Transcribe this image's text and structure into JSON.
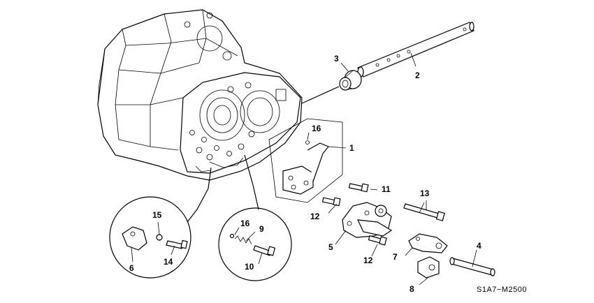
{
  "diagram": {
    "callouts": {
      "p1": "1",
      "p2": "2",
      "p3": "3",
      "p4": "4",
      "p5": "5",
      "p6": "6",
      "p7": "7",
      "p8": "8",
      "p9": "9",
      "p10": "10",
      "p11": "11",
      "p12a": "12",
      "p12b": "12",
      "p13": "13",
      "p14": "14",
      "p15": "15",
      "p16a": "16",
      "p16b": "16"
    },
    "figure_code": "S1A7−M2500"
  }
}
